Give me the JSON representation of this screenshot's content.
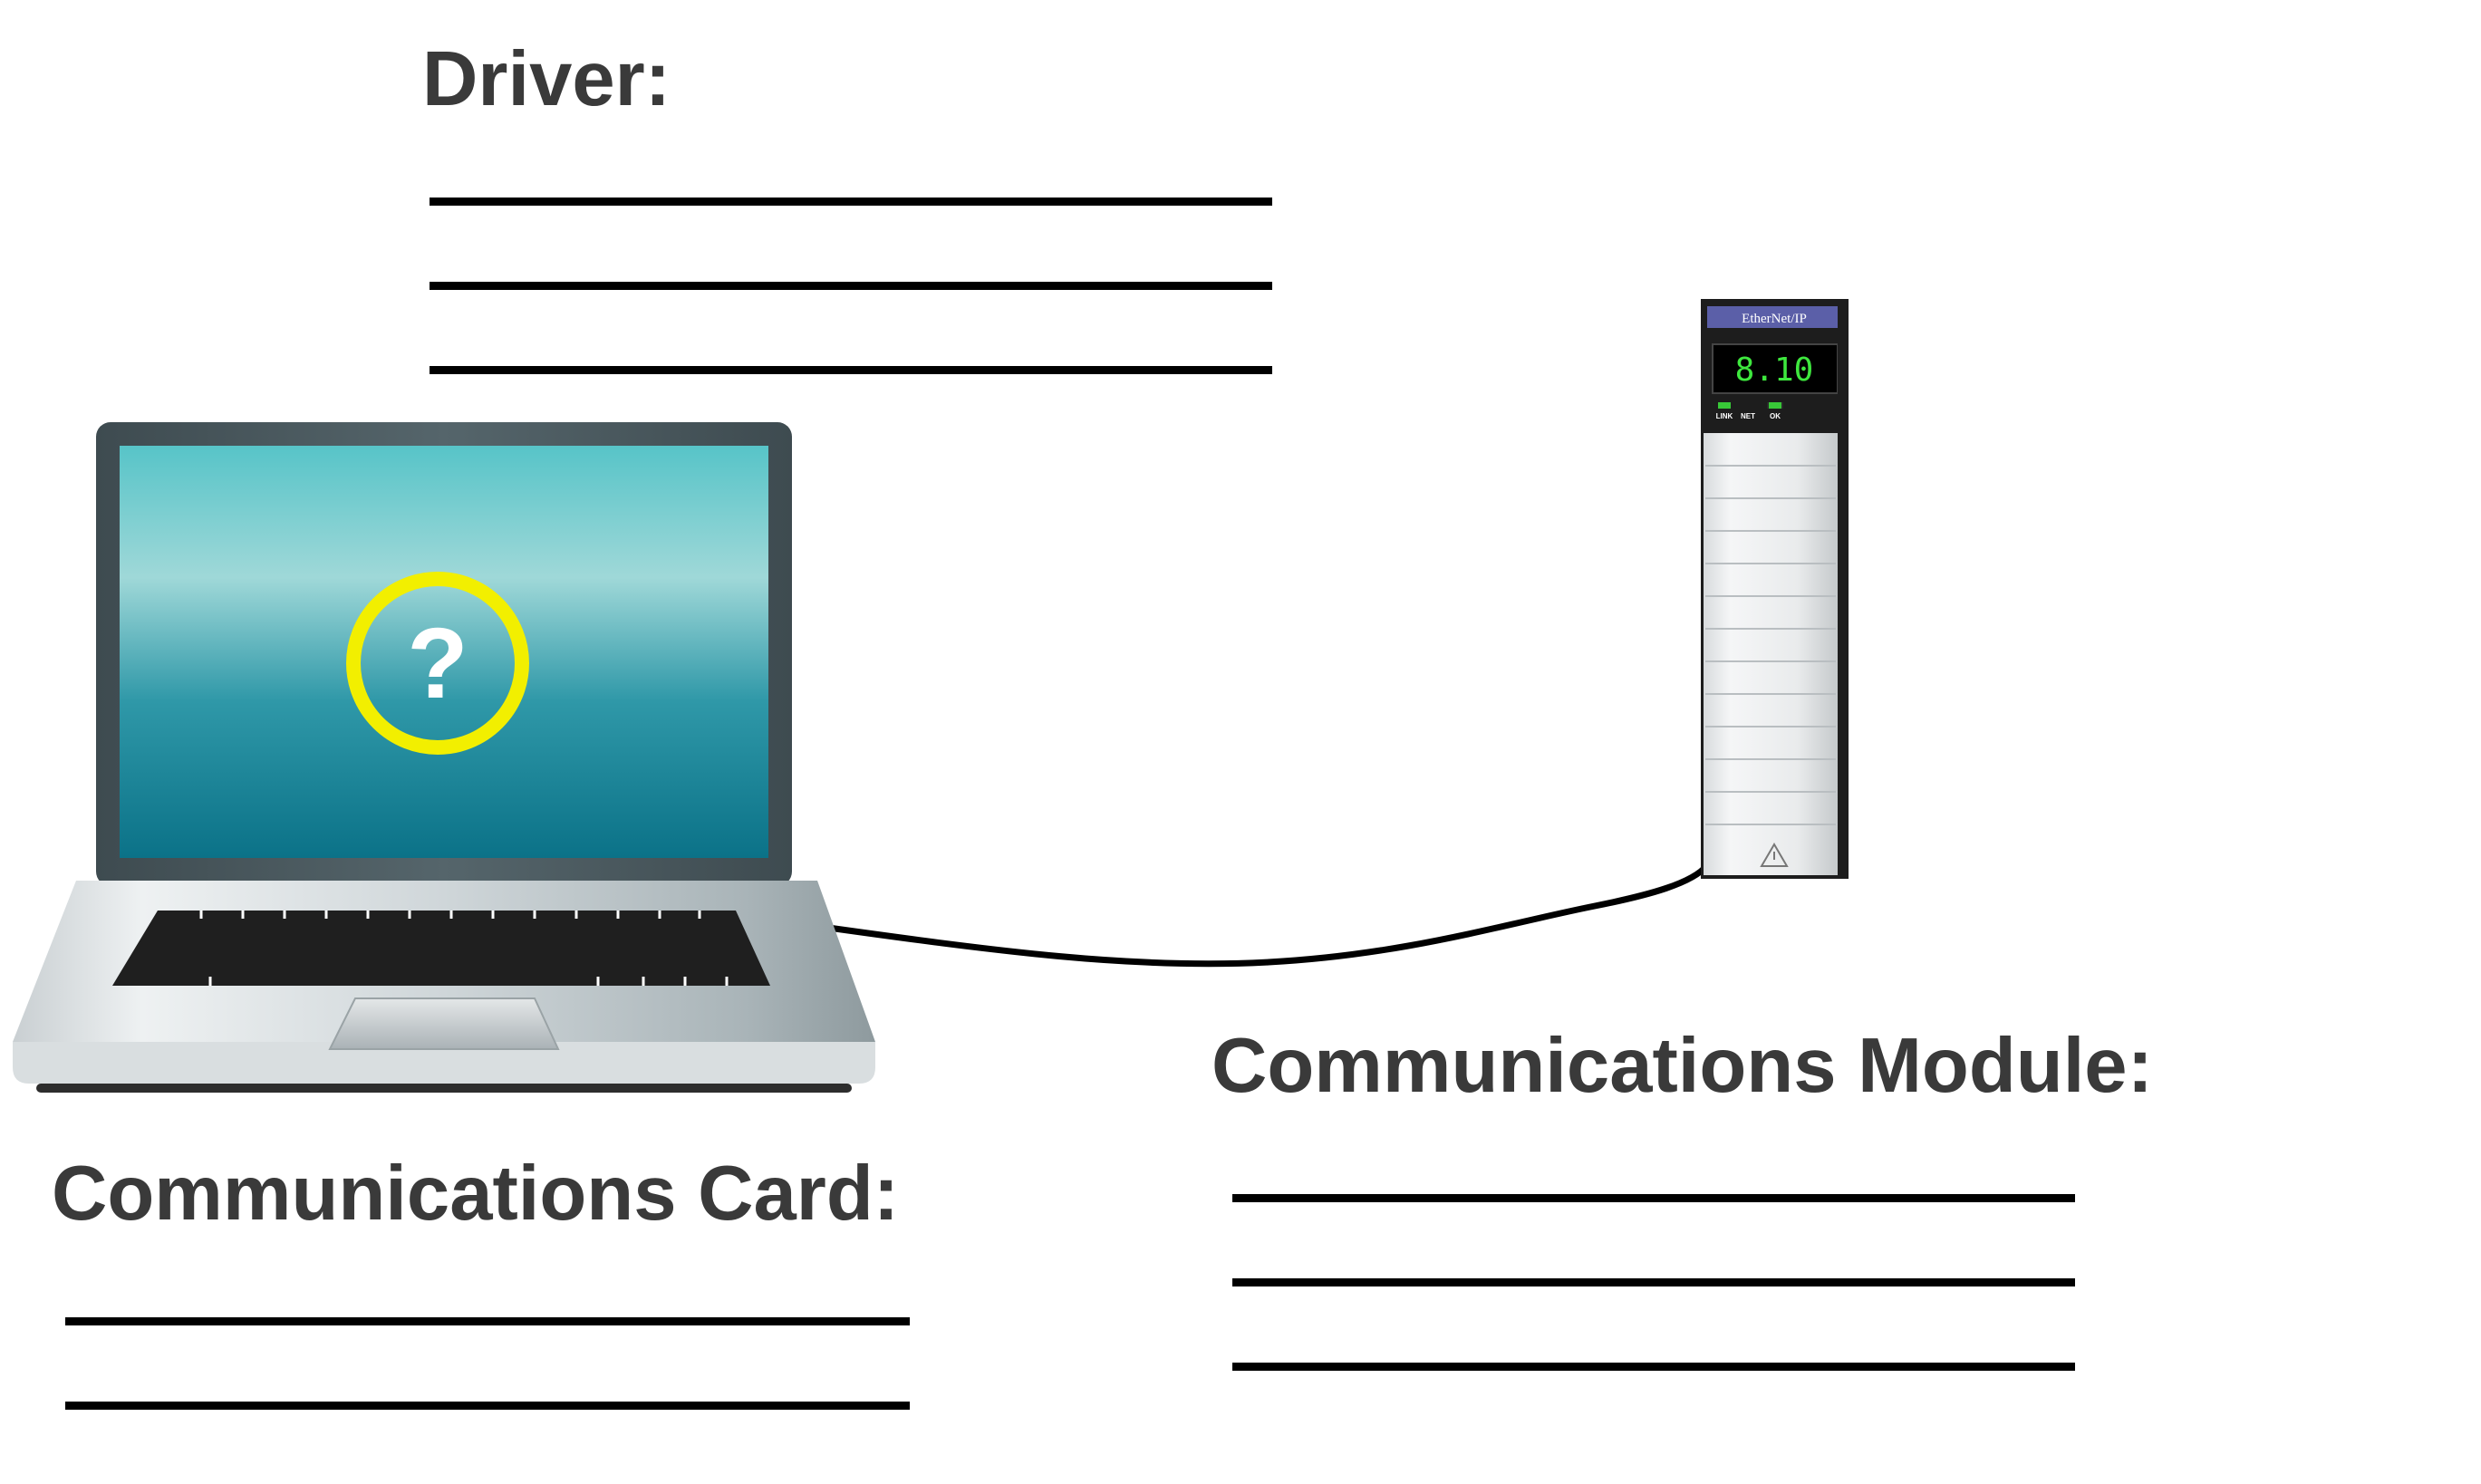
{
  "sections": {
    "driver": {
      "label": "Driver:"
    },
    "card": {
      "label": "Communications Card:"
    },
    "module": {
      "label": "Communications Module:"
    }
  },
  "laptop": {
    "screen_icon": "question-mark-icon",
    "screen_glyph": "?"
  },
  "module_device": {
    "brand_text": "EtherNet/IP",
    "display_value": "8.10",
    "status_leds": [
      "LINK",
      "NET",
      "OK"
    ],
    "warning_icon": "warning-triangle-icon"
  },
  "colors": {
    "label_text": "#3a3a3a",
    "ring": "#f2ef00",
    "screen_top": "#57c4c8",
    "screen_bottom": "#0b7288",
    "lcd_digits": "#3ee83e"
  }
}
